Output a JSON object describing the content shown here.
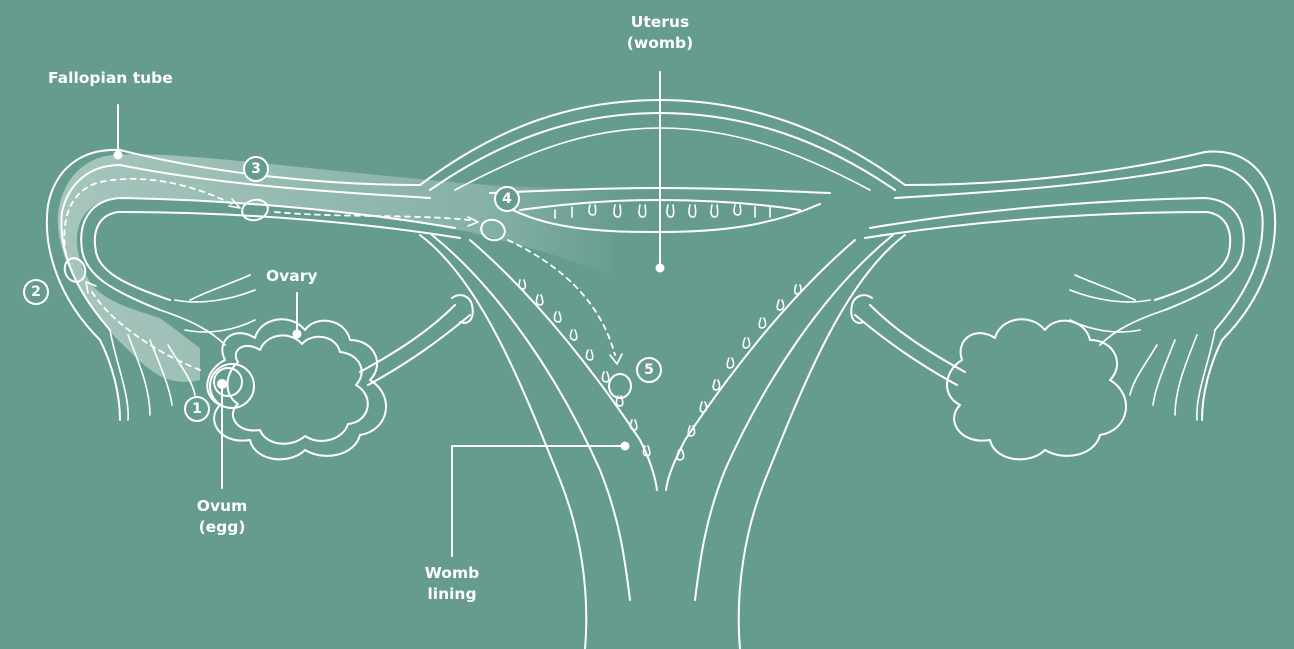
{
  "colors": {
    "background": "#669c8e",
    "line": "#ffffff",
    "highlight": "#b9d5cd"
  },
  "labels": {
    "uterus_line1": "Uterus",
    "uterus_line2": "(womb)",
    "fallopian_tube": "Fallopian tube",
    "ovary": "Ovary",
    "ovum_line1": "Ovum",
    "ovum_line2": "(egg)",
    "womb_lining_line1": "Womb",
    "womb_lining_line2": "lining"
  },
  "steps": [
    "1",
    "2",
    "3",
    "4",
    "5"
  ]
}
